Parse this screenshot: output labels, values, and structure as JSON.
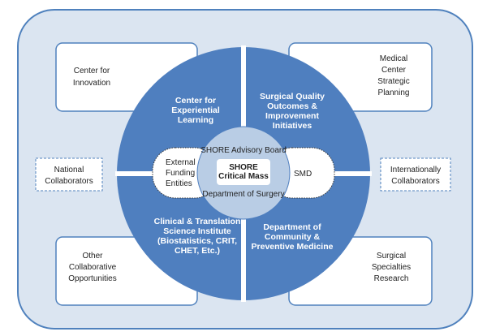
{
  "colors": {
    "background": "#dbe5f1",
    "border": "#4f81bd",
    "quadrant": "#4f7fbf",
    "center": "#b9cde5"
  },
  "outer_boxes": {
    "top_left": [
      "Center for",
      "Innovation"
    ],
    "top_right": [
      "Medical",
      "Center",
      "Strategic",
      "Planning"
    ],
    "bottom_left": [
      "Other",
      "Collaborative",
      "Opportunities"
    ],
    "bottom_right": [
      "Surgical",
      "Specialties",
      "Research"
    ]
  },
  "dashed_boxes": {
    "left": [
      "National",
      "Collaborators"
    ],
    "right": [
      "Internationally",
      "Collaborators"
    ]
  },
  "quadrants": {
    "top_left": [
      "Center for",
      "Experiential",
      "Learning"
    ],
    "top_right": [
      "Surgical Quality",
      "Outcomes &",
      "Improvement",
      "Initiatives"
    ],
    "bottom_left": [
      "Clinical &  Translation",
      "Science Institute",
      "(Biostatistics, CRIT,",
      "CHET, Etc.)"
    ],
    "bottom_right": [
      "Department of",
      "Community &",
      "Preventive Medicine"
    ]
  },
  "pills": {
    "left": [
      "External",
      "Funding",
      "Entities"
    ],
    "right": [
      "SMD"
    ]
  },
  "center": {
    "top": "SHORE Advisory Board",
    "bottom": "Department of Surgery",
    "core": [
      "SHORE",
      "Critical Mass"
    ]
  }
}
